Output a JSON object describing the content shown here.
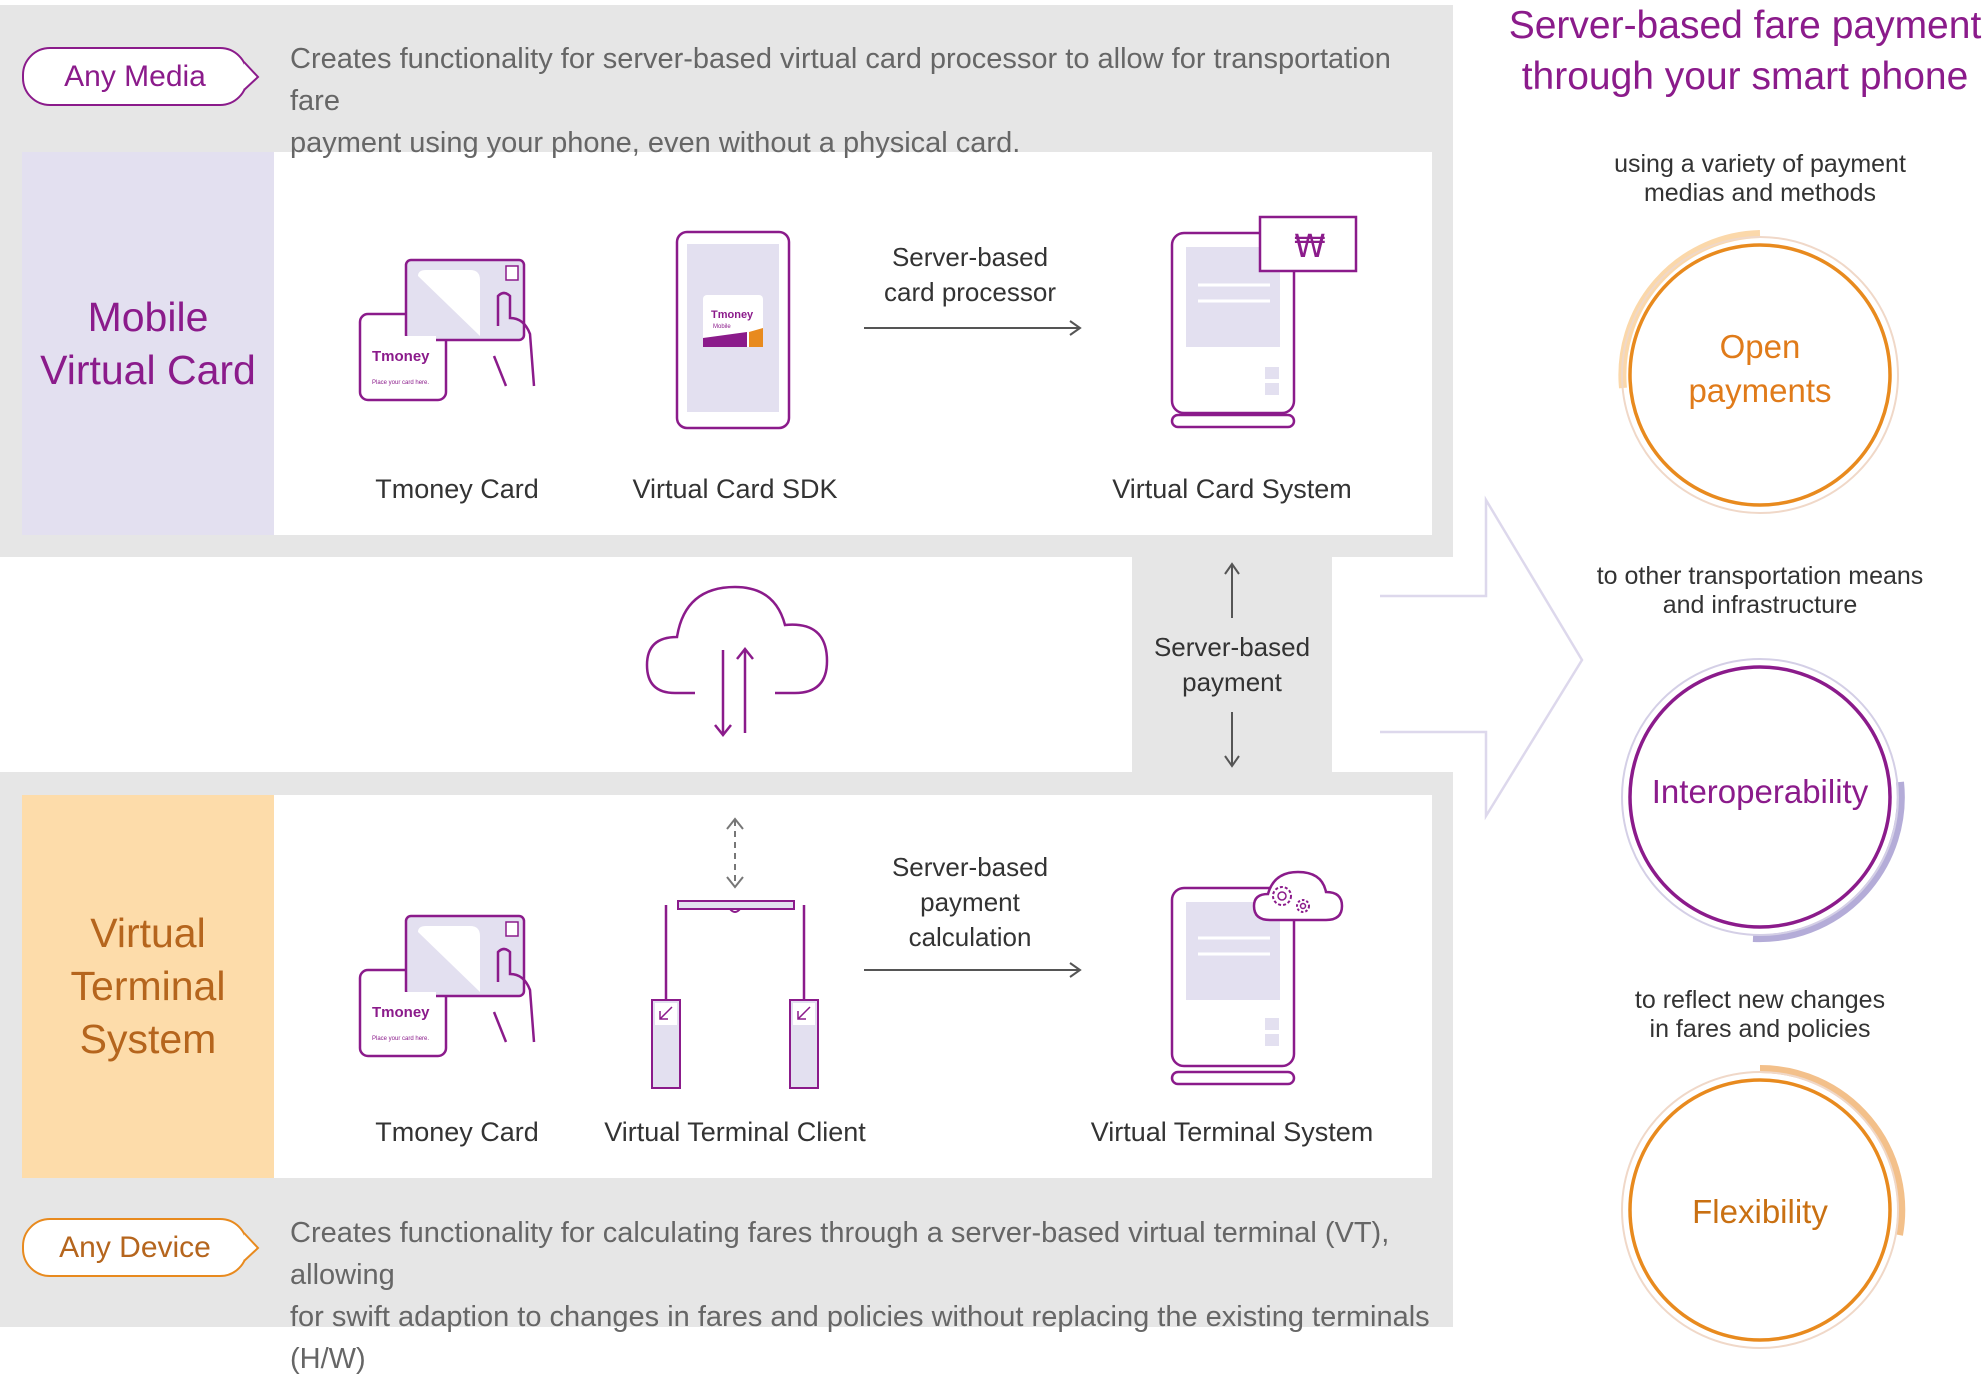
{
  "right_panel": {
    "title_line1": "Server-based fare payment",
    "title_line2": "through your smart phone",
    "items": [
      {
        "caption_line1": "using a variety of payment",
        "caption_line2": "medias and methods",
        "label_line1": "Open",
        "label_line2": "payments"
      },
      {
        "caption_line1": "to other transportation means",
        "caption_line2": "and infrastructure",
        "label_line1": "Interoperability",
        "label_line2": ""
      },
      {
        "caption_line1": "to reflect new changes",
        "caption_line2": "in fares and policies",
        "label_line1": "Flexibility",
        "label_line2": ""
      }
    ]
  },
  "top_section": {
    "pill_label": "Any Media",
    "desc_line1": "Creates functionality for server-based virtual card processor to allow for transportation fare",
    "desc_line2": "payment using your phone, even without a physical card.",
    "side_line1": "Mobile",
    "side_line2": "Virtual Card",
    "card_caption": "Tmoney Card",
    "sdk_caption": "Virtual Card SDK",
    "arrow_line1": "Server-based",
    "arrow_line2": "card processor",
    "system_caption": "Virtual Card System",
    "card_brand": "Tmoney",
    "card_brand_sub": "Mobile",
    "won_symbol": "₩"
  },
  "middle": {
    "payment_line1": "Server-based",
    "payment_line2": "payment"
  },
  "bottom_section": {
    "pill_label": "Any Device",
    "desc_line1": "Creates functionality for calculating fares through a server-based virtual terminal (VT), allowing",
    "desc_line2": "for swift adaption to changes in fares and policies without replacing the existing terminals (H/W)",
    "side_line1": "Virtual",
    "side_line2": "Terminal",
    "side_line3": "System",
    "card_caption": "Tmoney Card",
    "client_caption": "Virtual Terminal Client",
    "arrow_line1": "Server-based",
    "arrow_line2": "payment",
    "arrow_line3": "calculation",
    "system_caption": "Virtual Terminal System"
  },
  "card_art": {
    "brand": "money",
    "brand_initial": "T",
    "hint": "Place your card here."
  },
  "colors": {
    "purple": "#8b1b8b",
    "orange": "#e88a1e",
    "lavender": "#e3e0f0",
    "peach": "#fddcaa",
    "gray_panel": "#e6e6e6"
  }
}
